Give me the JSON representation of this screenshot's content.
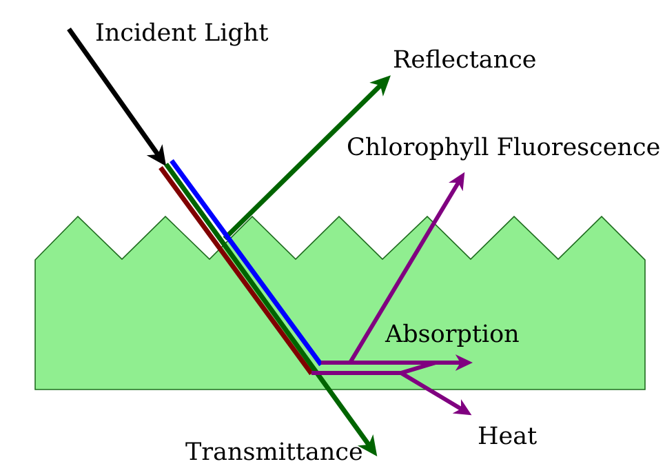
{
  "labels": {
    "incident": "Incident Light",
    "reflectance": "Reflectance",
    "fluorescence": "Chlorophyll Fluorescence",
    "absorption": "Absorption",
    "heat": "Heat",
    "transmittance": "Transmittance"
  },
  "colors": {
    "leaf_fill": "#90EE90",
    "leaf_stroke": "#1E6B1E",
    "incident": "#000000",
    "green_ray": "#006400",
    "blue_ray": "#0000FF",
    "red_ray": "#800000",
    "purple_ray": "#800080"
  }
}
